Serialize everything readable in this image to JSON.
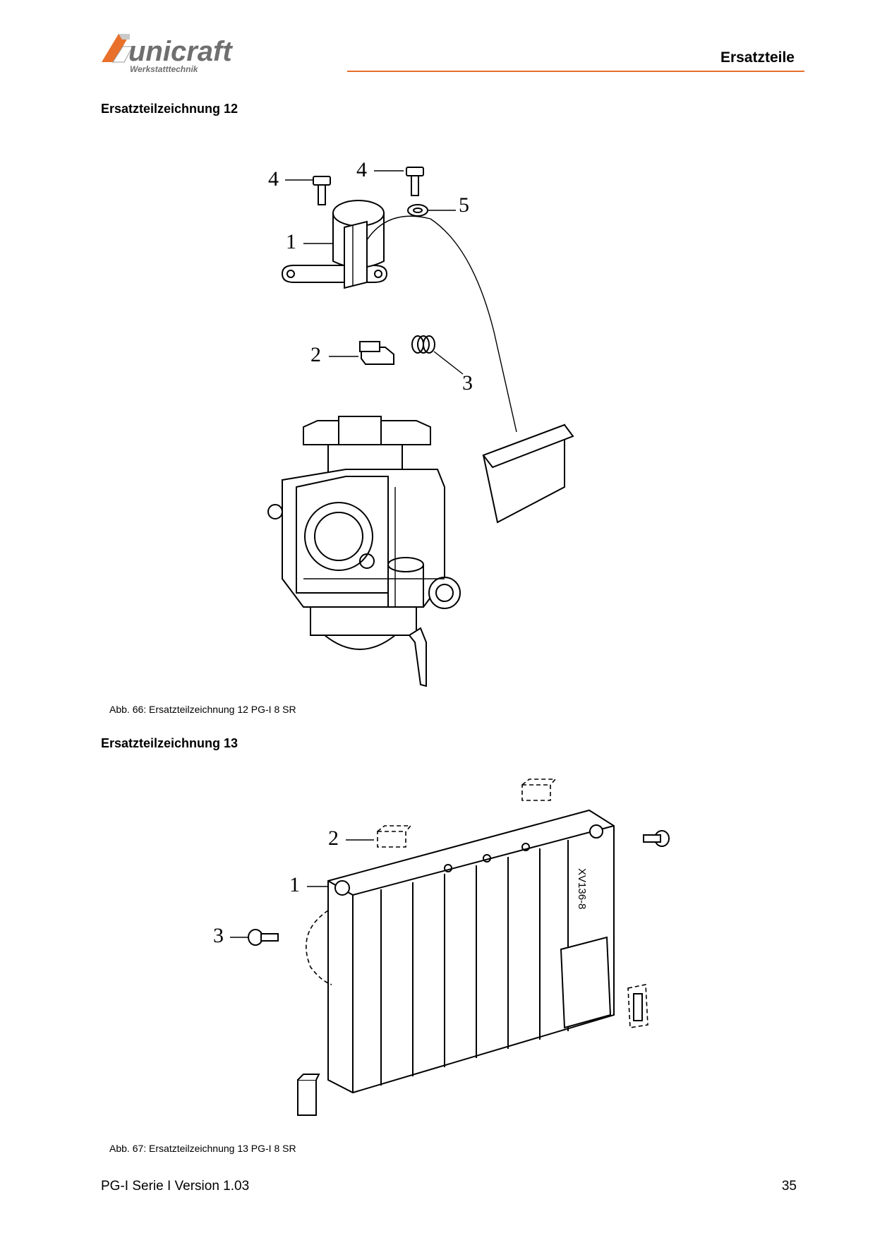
{
  "brand": {
    "name": "unicraft",
    "tagline": "Werkstatttechnik",
    "accent": "#e8702a"
  },
  "header": {
    "title": "Ersatzteile"
  },
  "drawing12": {
    "title": "Ersatzteilzeichnung 12",
    "caption": "Abb. 66: Ersatzteilzeichnung 12   PG-I 8 SR",
    "labels": {
      "p1": "1",
      "p2": "2",
      "p3": "3",
      "p4a": "4",
      "p4b": "4",
      "p5": "5"
    }
  },
  "drawing13": {
    "title": "Ersatzteilzeichnung 13",
    "caption": "Abb. 67: Ersatzteilzeichnung 13   PG-I 8 SR",
    "labels": {
      "p1": "1",
      "p2": "2",
      "p3": "3"
    },
    "module_marking": "XV136-8"
  },
  "footer": {
    "left": "PG-I Serie I Version 1.03",
    "page_number": "35"
  }
}
